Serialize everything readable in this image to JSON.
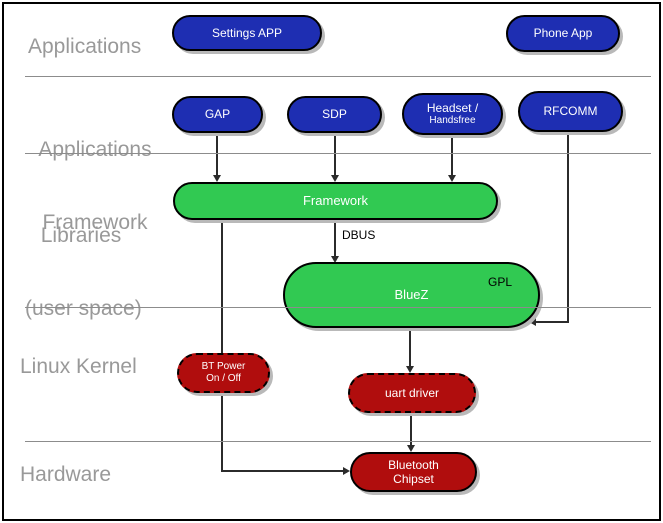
{
  "colors": {
    "blue": "#1e2eb2",
    "green": "#31c952",
    "red": "#b00d0d",
    "label_gray": "#999999",
    "separator": "#8c8c8c",
    "shadow": "#b9b9b9",
    "line": "#2b2b2b"
  },
  "rows": {
    "applications": {
      "label": "Applications"
    },
    "applications_framework": {
      "line1": "Applications",
      "line2": "Framework"
    },
    "libraries": {
      "line1": "Libraries",
      "line2": "(user space)"
    },
    "linux_kernel": {
      "label": "Linux Kernel"
    },
    "hardware": {
      "label": "Hardware"
    }
  },
  "nodes": {
    "settings_app": {
      "label": "Settings APP"
    },
    "phone_app": {
      "label": "Phone App"
    },
    "gap": {
      "label": "GAP"
    },
    "sdp": {
      "label": "SDP"
    },
    "headset": {
      "line1": "Headset /",
      "line2": "Handsfree"
    },
    "rfcomm": {
      "label": "RFCOMM"
    },
    "framework": {
      "label": "Framework"
    },
    "bluez": {
      "label": "BlueZ",
      "tag": "GPL"
    },
    "bt_power": {
      "line1": "BT Power",
      "line2": "On / Off"
    },
    "uart_driver": {
      "label": "uart driver"
    },
    "bluetooth_chipset": {
      "line1": "Bluetooth",
      "line2": "Chipset"
    }
  },
  "edges": {
    "dbus_label": "DBUS"
  }
}
